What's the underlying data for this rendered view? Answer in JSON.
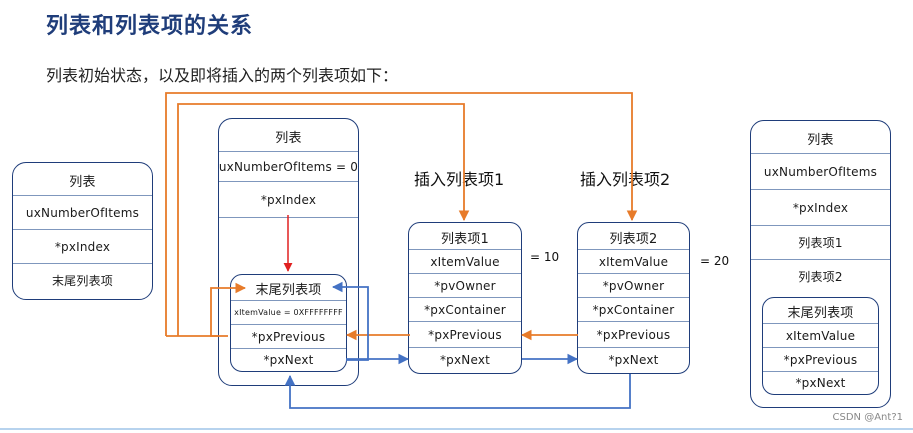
{
  "header": {
    "title": "列表和列表项的关系",
    "subtitle": "列表初始状态，以及即将插入的两个列表项如下："
  },
  "left_list": {
    "header": "列表",
    "rows": [
      "uxNumberOfItems",
      "*pxIndex",
      "末尾列表项"
    ]
  },
  "center_list": {
    "header": "列表",
    "rows": [
      "uxNumberOfItems = 0",
      "*pxIndex"
    ],
    "end_item": {
      "header": "末尾列表项",
      "rows": [
        "xItemValue = 0XFFFFFFFF",
        "*pxPrevious",
        "*pxNext"
      ]
    }
  },
  "insert_item_1": {
    "label": "插入列表项1",
    "header": "列表项1",
    "rows": [
      "xItemValue",
      "*pvOwner",
      "*pxContainer",
      "*pxPrevious",
      "*pxNext"
    ],
    "value_note": "= 10"
  },
  "insert_item_2": {
    "label": "插入列表项2",
    "header": "列表项2",
    "rows": [
      "xItemValue",
      "*pvOwner",
      "*pxContainer",
      "*pxPrevious",
      "*pxNext"
    ],
    "value_note": "= 20"
  },
  "right_list": {
    "header": "列表",
    "rows": [
      "uxNumberOfItems",
      "*pxIndex",
      "列表项1",
      "列表项2"
    ],
    "end_item": {
      "header": "末尾列表项",
      "rows": [
        "xItemValue",
        "*pxPrevious",
        "*pxNext"
      ]
    }
  },
  "colors": {
    "box_border": "#1f3d7a",
    "orange": "#e77b2a",
    "blue": "#4472c4",
    "red": "#e02020",
    "title": "#1f3d7a"
  },
  "watermark": "CSDN @Ant?1"
}
